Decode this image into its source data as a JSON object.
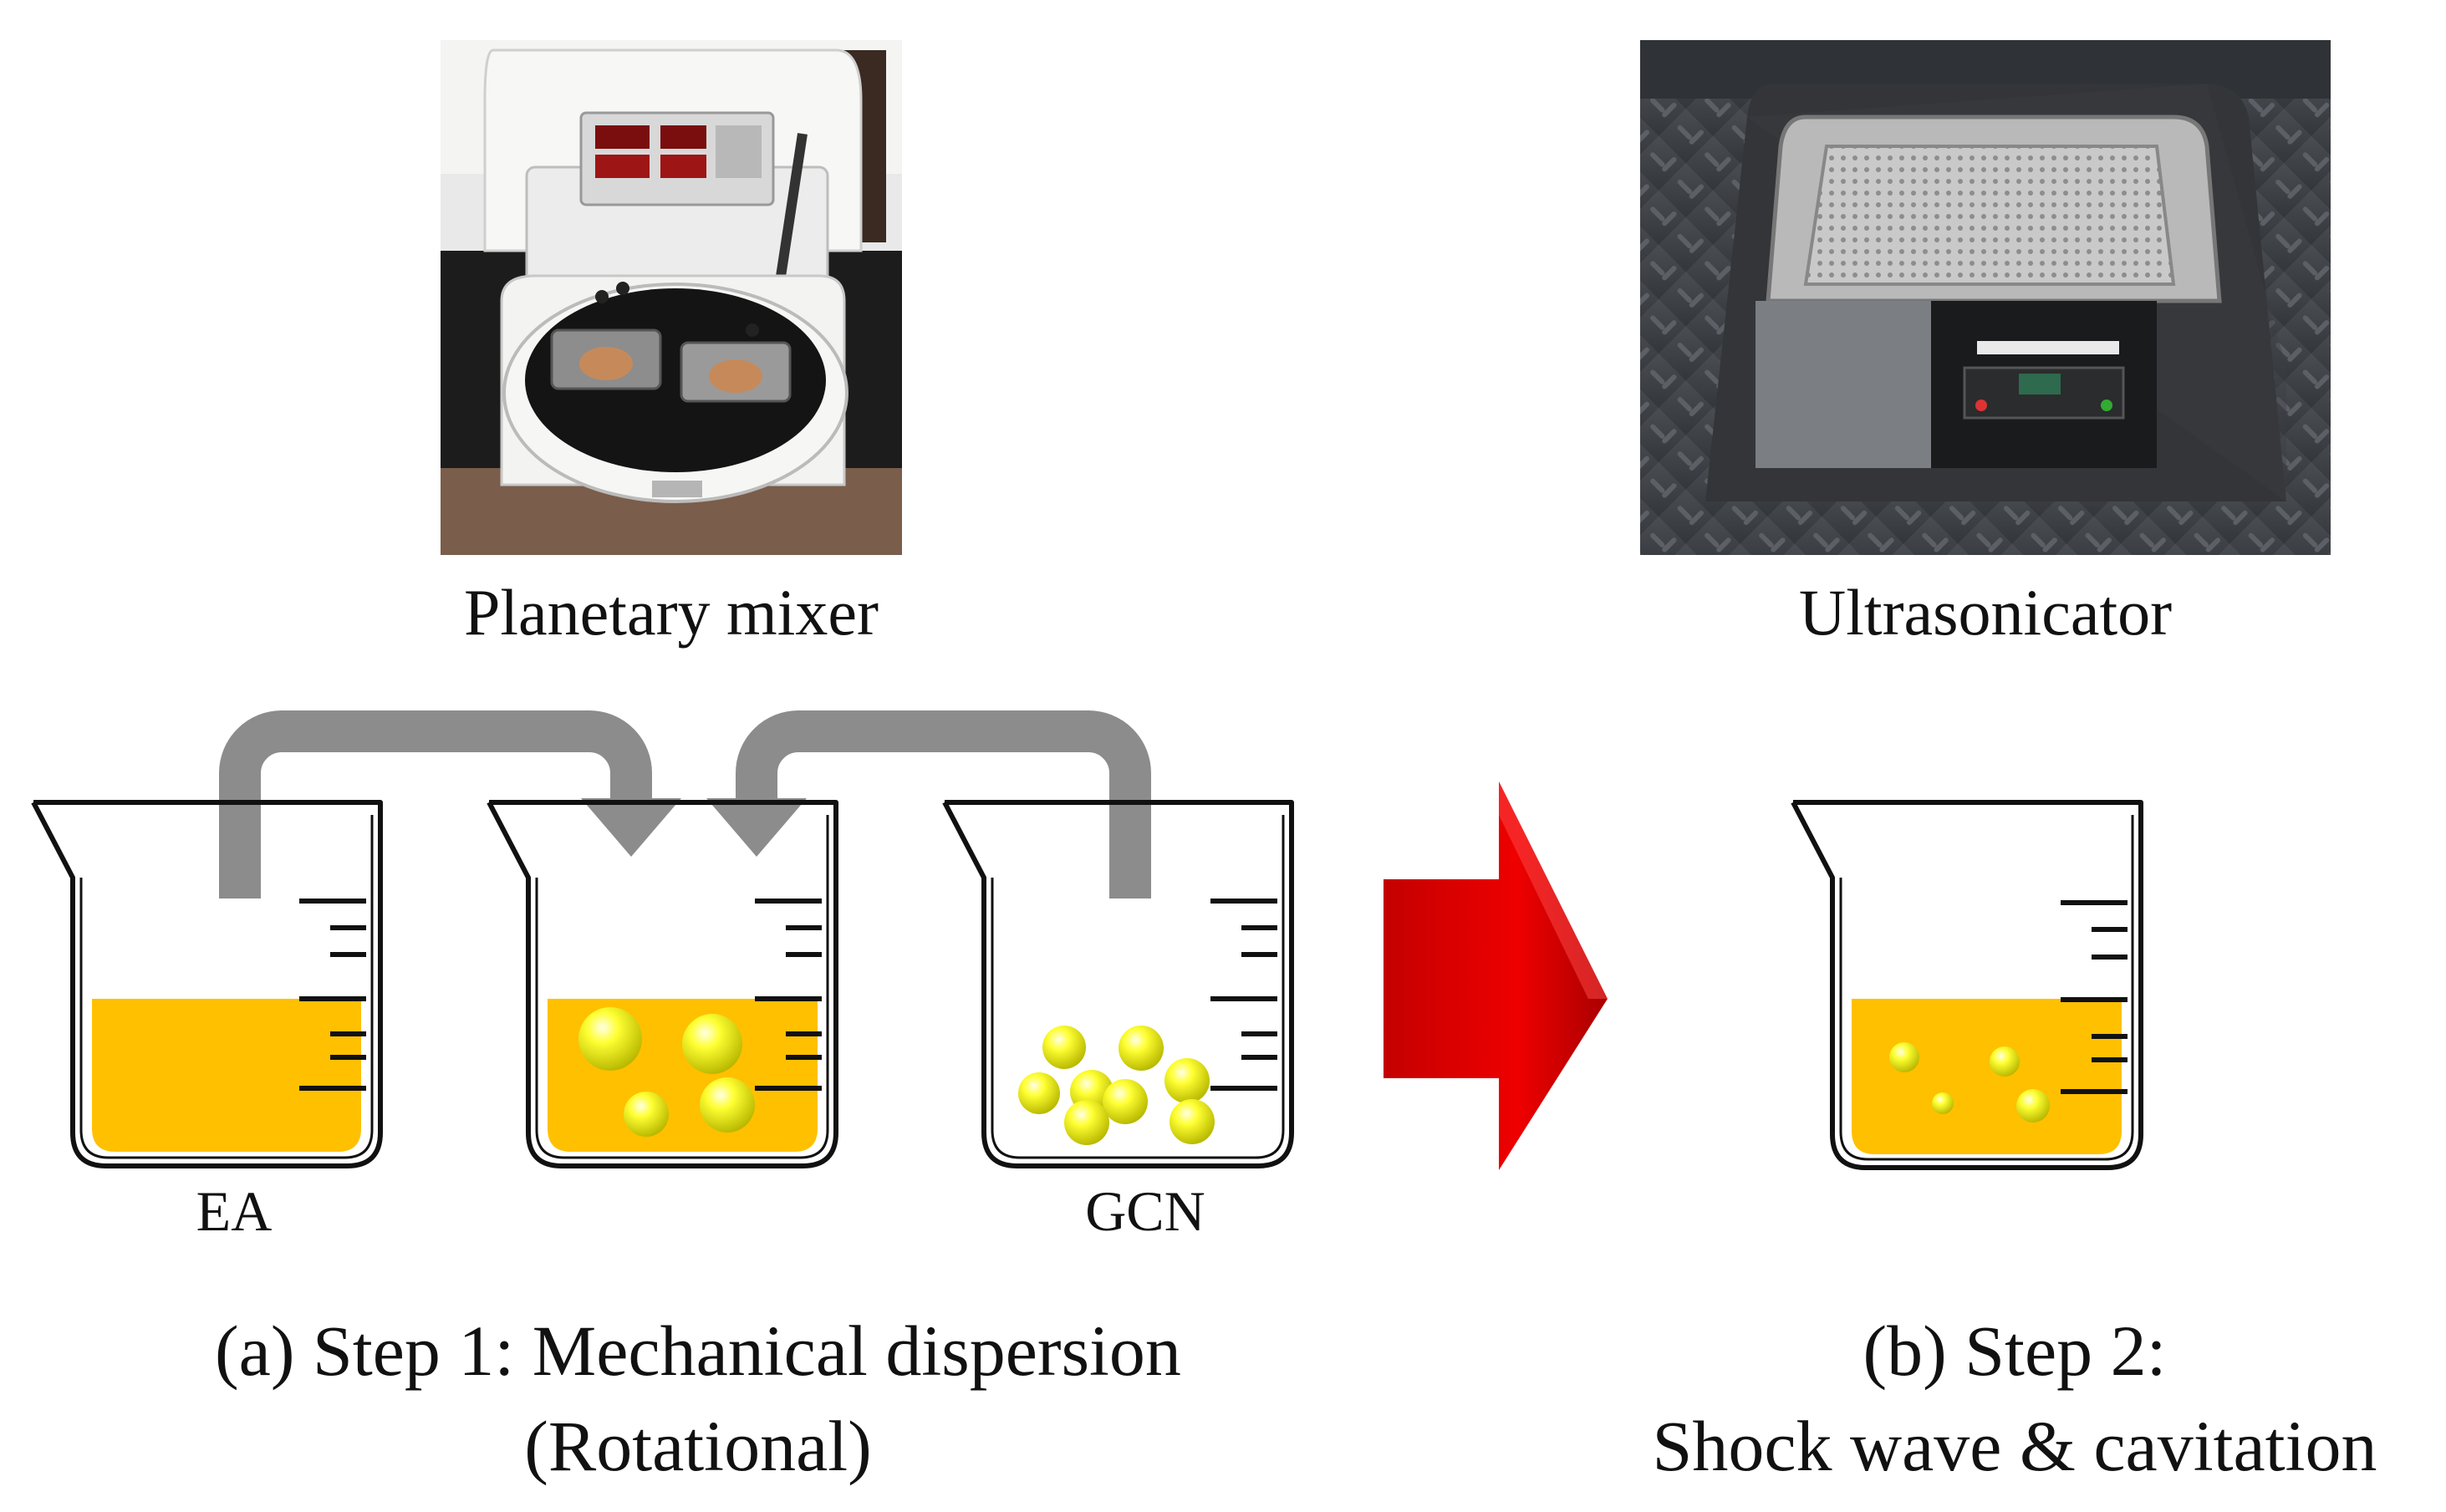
{
  "photos": {
    "planetary_mixer": {
      "caption": "Planetary mixer"
    },
    "ultrasonicator": {
      "caption": "Ultrasonicator"
    }
  },
  "beakers": {
    "ea": {
      "label": "EA"
    },
    "gcn": {
      "label": "GCN"
    }
  },
  "steps": {
    "step1": {
      "line1": "(a) Step 1: Mechanical dispersion",
      "line2": "(Rotational)"
    },
    "step2": {
      "line1": "(b) Step 2:",
      "line2": "Shock wave & cavitation"
    }
  },
  "colors": {
    "liquid": "#FFC000",
    "particle": "#FFFF00",
    "flow_arrow": "#8C8C8C",
    "process_arrow": "#E00000"
  }
}
